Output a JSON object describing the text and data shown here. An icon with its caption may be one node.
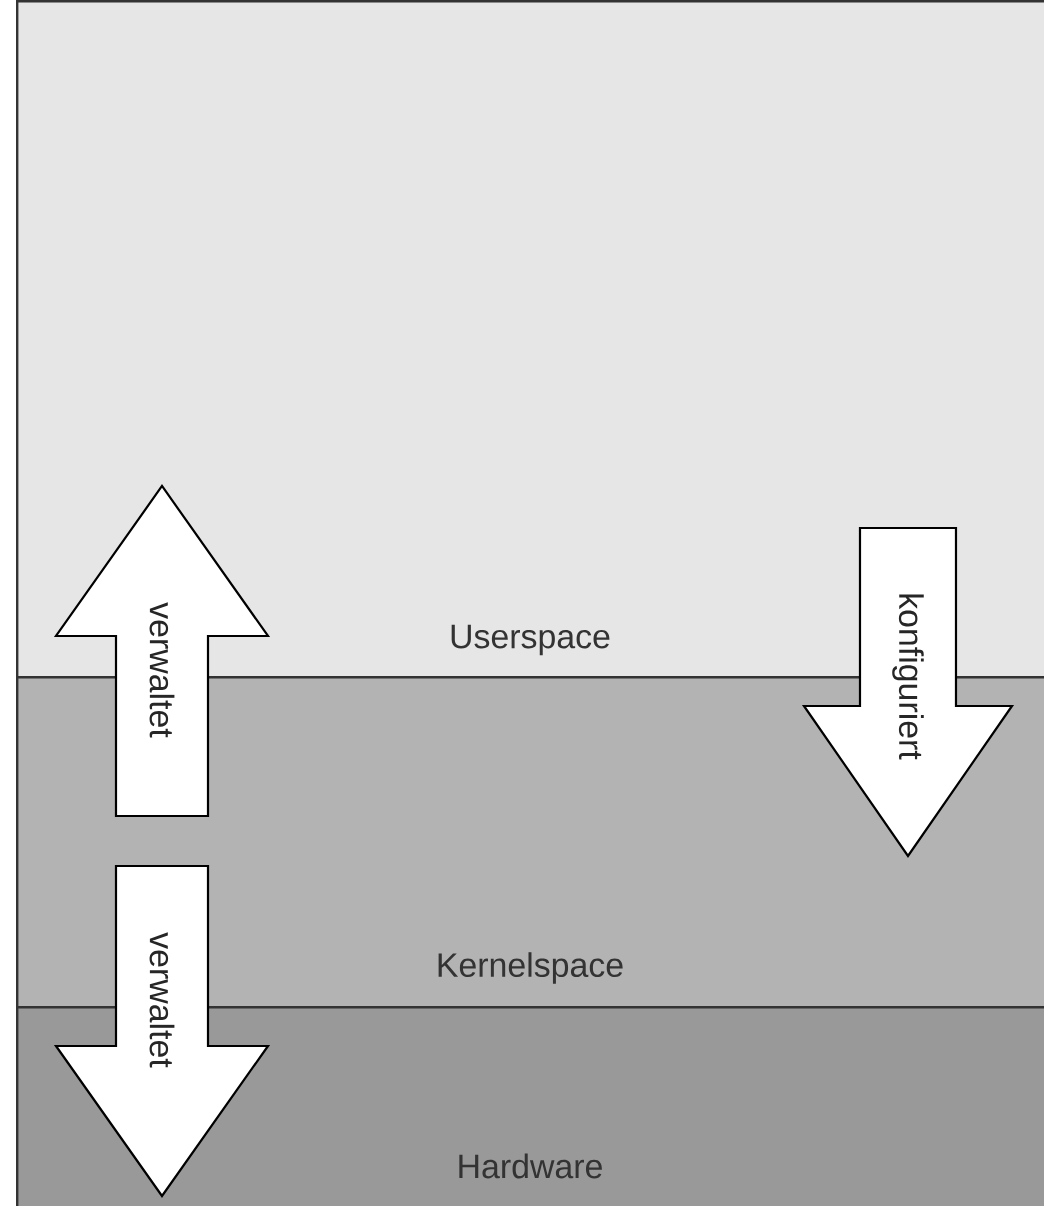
{
  "diagram": {
    "nodes": [
      {
        "text": [
          "Userspace"
        ]
      },
      {
        "text": [
          "Kernelspace"
        ]
      },
      {
        "text": [
          "Hardware"
        ]
      }
    ],
    "edges": [
      {
        "from": 1,
        "to": 0,
        "arrow": "to",
        "label": "verwaltet"
      },
      {
        "from": 0,
        "to": 1,
        "arrow": "to",
        "label": "konfiguriert"
      },
      {
        "from": 1,
        "to": 2,
        "arrow": "to",
        "label": "verwaltet"
      }
    ]
  }
}
